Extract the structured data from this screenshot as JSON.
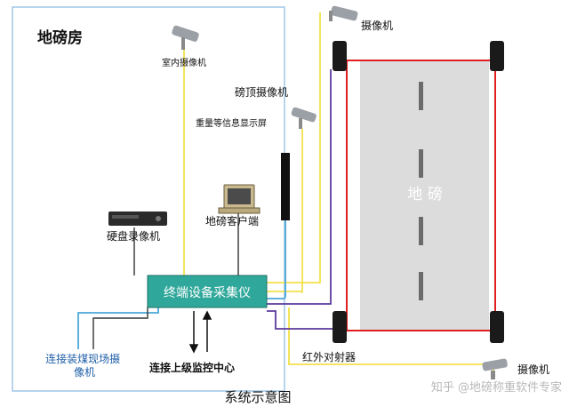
{
  "room": {
    "title": "地磅房"
  },
  "labels": {
    "indoor_camera": "室内摄像机",
    "top_camera": "磅顶摄像机",
    "display": "重量等信息显示屏",
    "client": "地磅客户端",
    "dvr": "硬盘录像机",
    "terminal": "终端设备采集仪",
    "site_camera": "连接装煤现场摄像机",
    "upper_center": "连接上级监控中心",
    "camera_top_right": "摄像机",
    "infrared": "红外对射器",
    "camera_bottom_right": "摄像机",
    "scale": "地  磅"
  },
  "caption": "系统示意图",
  "watermark": "知乎 @地磅称重软件专家",
  "colors": {
    "yellow_line": "#f2e14a",
    "blue_line": "#4aa8d8",
    "purple_line": "#5b3a9c",
    "red_line": "#e02020",
    "terminal_fill": "#2fa79a",
    "room_border": "#9fc6e6",
    "site_label": "#1f5fa8"
  }
}
